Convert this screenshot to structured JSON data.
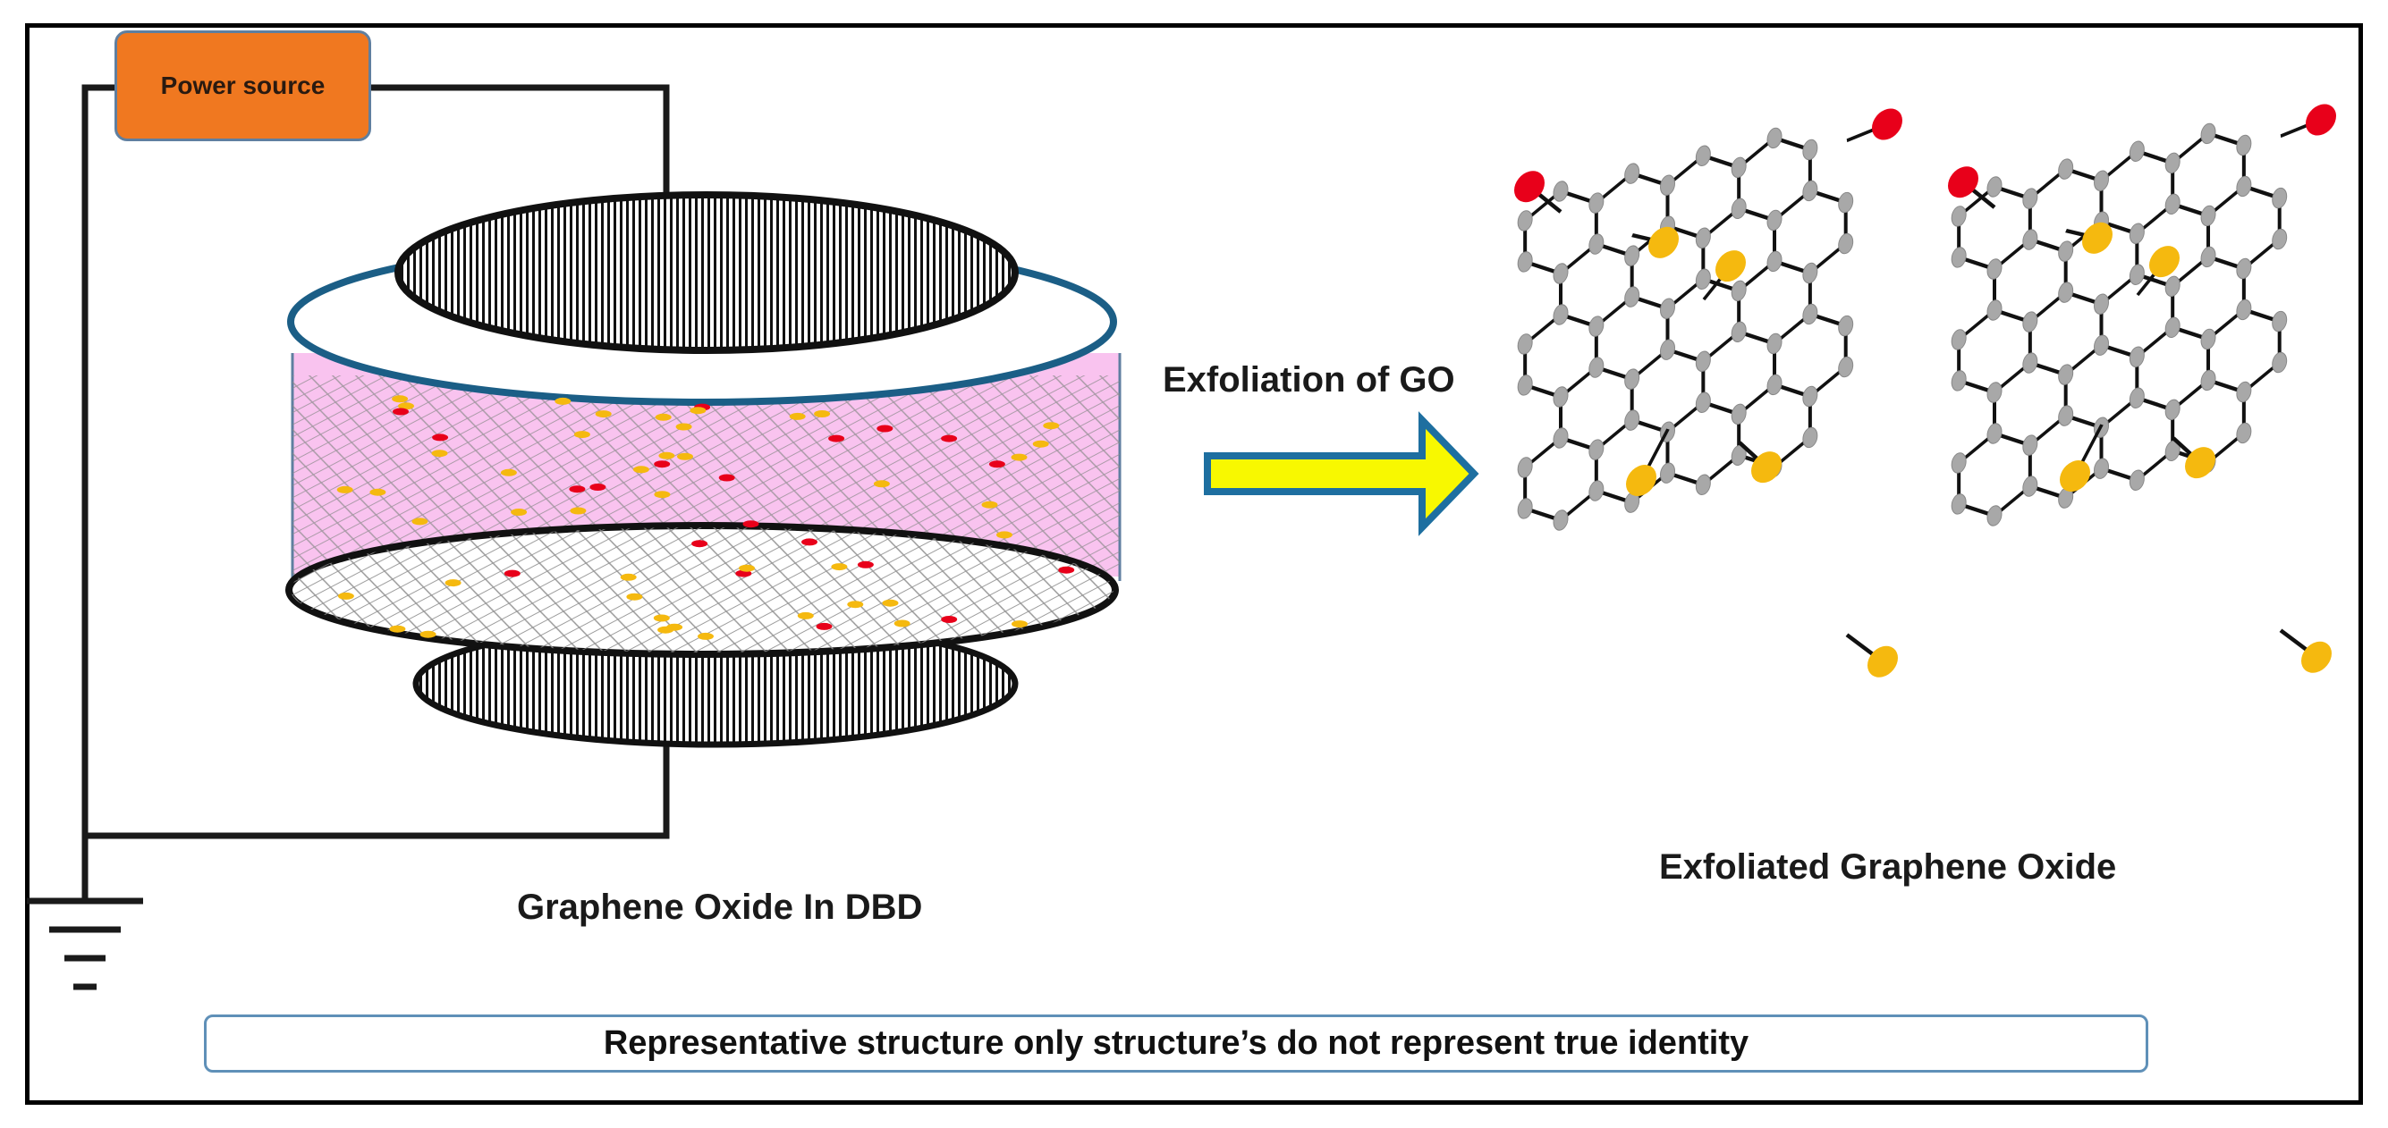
{
  "labels": {
    "power_source": "Power source",
    "graphene_in_dbd": "Graphene Oxide  In DBD",
    "exfoliation": "Exfoliation of GO",
    "exfoliated": "Exfoliated Graphene Oxide",
    "note": "Representative structure only structure’s do not represent  true identity"
  },
  "colors": {
    "power_box": "#f07820",
    "plasma": "#f9c3ef",
    "disc_outline": "#1b5e86",
    "arrow_fill": "#f8f800",
    "arrow_stroke": "#1e6fa0",
    "oxygen_red": "#e8001a",
    "hydroxyl_yellow": "#f5b90f",
    "carbon_gray": "#a8a8a8"
  }
}
